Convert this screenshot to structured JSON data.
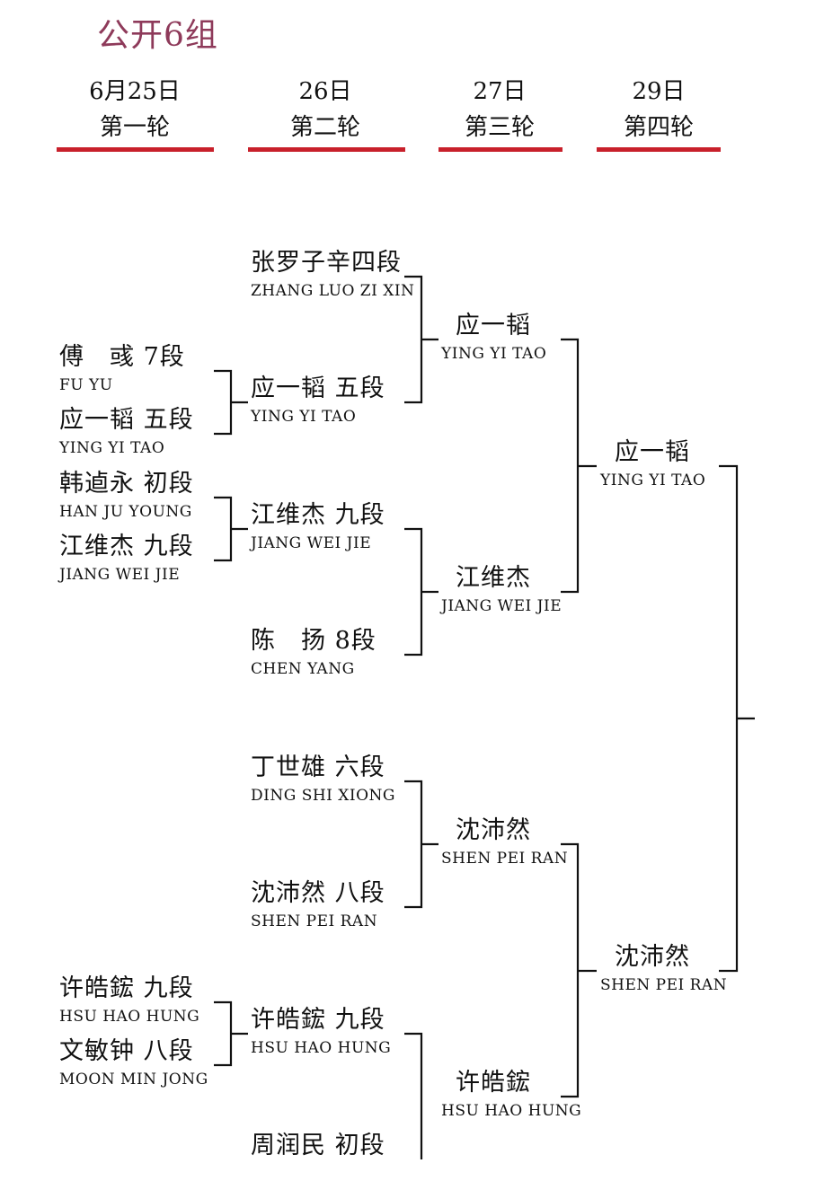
{
  "title": "公开6组",
  "rounds": [
    {
      "date": "6月25日",
      "name": "第一轮"
    },
    {
      "date": "26日",
      "name": "第二轮"
    },
    {
      "date": "27日",
      "name": "第三轮"
    },
    {
      "date": "29日",
      "name": "第四轮"
    }
  ],
  "round1": [
    {
      "cn": "傅　彧 7段",
      "en": "FU YU"
    },
    {
      "cn": "应一韬 五段",
      "en": "YING YI TAO"
    },
    {
      "cn": "韩逌永 初段",
      "en": "HAN JU YOUNG"
    },
    {
      "cn": "江维杰 九段",
      "en": "JIANG WEI JIE"
    },
    {
      "cn": "许皓鋐 九段",
      "en": "HSU HAO HUNG"
    },
    {
      "cn": "文敏钟 八段",
      "en": "MOON MIN JONG"
    }
  ],
  "round2": [
    {
      "cn": "张罗子辛四段",
      "en": "ZHANG LUO ZI XIN"
    },
    {
      "cn": "应一韬 五段",
      "en": "YING YI TAO"
    },
    {
      "cn": "江维杰 九段",
      "en": "JIANG WEI JIE"
    },
    {
      "cn": "陈　扬 8段",
      "en": "CHEN YANG"
    },
    {
      "cn": "丁世雄 六段",
      "en": "DING SHI XIONG"
    },
    {
      "cn": "沈沛然 八段",
      "en": "SHEN PEI RAN"
    },
    {
      "cn": "许皓鋐 九段",
      "en": "HSU HAO HUNG"
    },
    {
      "cn": "周润民 初段",
      "en": ""
    }
  ],
  "round3": [
    {
      "cn": "应一韬",
      "en": "YING YI TAO"
    },
    {
      "cn": "江维杰",
      "en": "JIANG WEI JIE"
    },
    {
      "cn": "沈沛然",
      "en": "SHEN PEI RAN"
    },
    {
      "cn": "许皓鋐",
      "en": "HSU HAO HUNG"
    }
  ],
  "round4": [
    {
      "cn": "应一韬",
      "en": "YING YI TAO"
    },
    {
      "cn": "沈沛然",
      "en": "SHEN PEI RAN"
    }
  ],
  "colors": {
    "title": "#8e3a5a",
    "underline": "#c8202b",
    "lines": "#111111"
  }
}
